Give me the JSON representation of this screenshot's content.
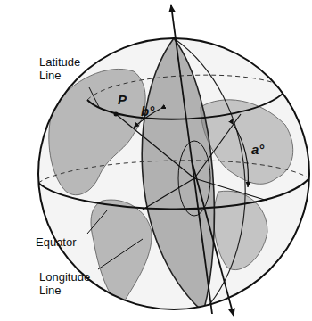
{
  "diagram": {
    "labels": [
      "Latitude Line",
      "P",
      "b°",
      "a°",
      "Equator",
      "Longitude Line"
    ]
  }
}
